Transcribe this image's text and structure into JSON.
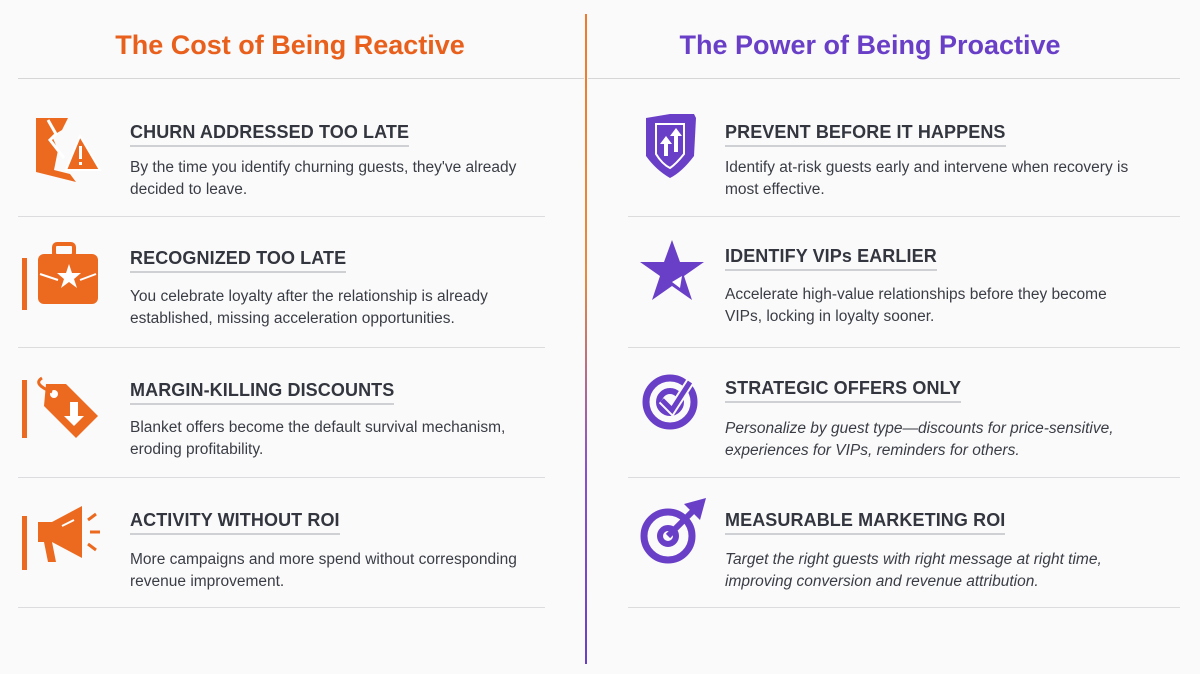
{
  "left": {
    "title": "The Cost of Being Reactive",
    "accent": "#e8601c",
    "items": [
      {
        "icon": "broken-alert-icon",
        "heading": "CHURN ADDRESSED TOO LATE",
        "text": "By the time you identify churning guests, they've already decided to leave."
      },
      {
        "icon": "briefcase-star-icon",
        "heading": "RECOGNIZED TOO LATE",
        "text": "You celebrate loyalty after the relationship is already established, missing acceleration opportunities."
      },
      {
        "icon": "price-tag-down-icon",
        "heading": "MARGIN-KILLING DISCOUNTS",
        "text": "Blanket offers become the default survival mechanism, eroding profitability."
      },
      {
        "icon": "megaphone-icon",
        "heading": "ACTIVITY WITHOUT ROI",
        "text": "More campaigns and more spend without corresponding revenue improvement."
      }
    ]
  },
  "right": {
    "title": "The Power of Being Proactive",
    "accent": "#6a3fc8",
    "items": [
      {
        "icon": "shield-arrows-icon",
        "heading": "PREVENT BEFORE IT HAPPENS",
        "text": "Identify at-risk guests early and intervene when recovery is most effective."
      },
      {
        "icon": "star-icon",
        "heading": "IDENTIFY VIPs EARLIER",
        "text": "Accelerate high-value relationships before they become VIPs, locking in loyalty sooner."
      },
      {
        "icon": "target-check-icon",
        "heading": "STRATEGIC OFFERS ONLY",
        "text": "Personalize by guest type—discounts for price-sensitive, experiences for VIPs, reminders for others."
      },
      {
        "icon": "target-arrow-icon",
        "heading": "MEASURABLE MARKETING ROI",
        "text": "Target the right guests with right message at right time, improving conversion and revenue attribution."
      }
    ]
  }
}
